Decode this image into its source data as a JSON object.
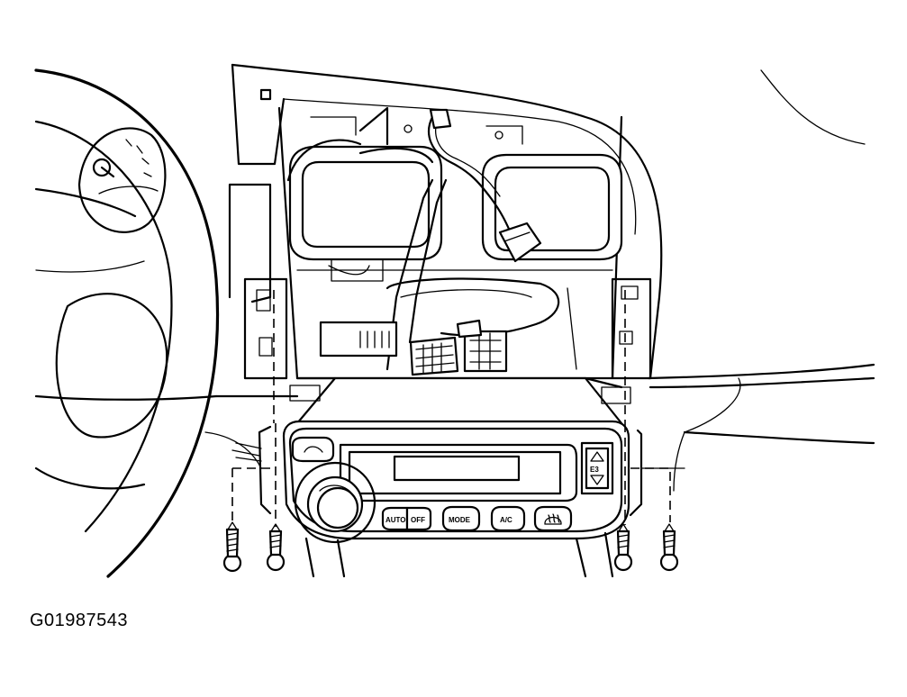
{
  "figure_id": "G01987543",
  "panel_buttons": {
    "auto": "AUTO",
    "off": "OFF",
    "mode": "MODE",
    "ac": "A/C"
  }
}
